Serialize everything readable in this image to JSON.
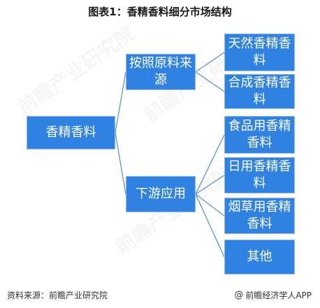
{
  "title": "图表1：香精香料细分市场结构",
  "watermark": "前瞻产业研究院",
  "nodes": {
    "root": "香精香料",
    "mid1": "按照原料来源",
    "mid2": "下游应用",
    "leaf1": "天然香精香料",
    "leaf2": "合成香精香料",
    "leaf3": "食品用香精香料",
    "leaf4": "日用香精香料",
    "leaf5": "烟草用香精香料",
    "leaf6": "其他"
  },
  "footer": {
    "source": "资料来源：前瞻产业研究院",
    "brand": "前瞻经济学人APP"
  },
  "colors": {
    "node": "#2f82e2",
    "line": "#5b95d4"
  }
}
